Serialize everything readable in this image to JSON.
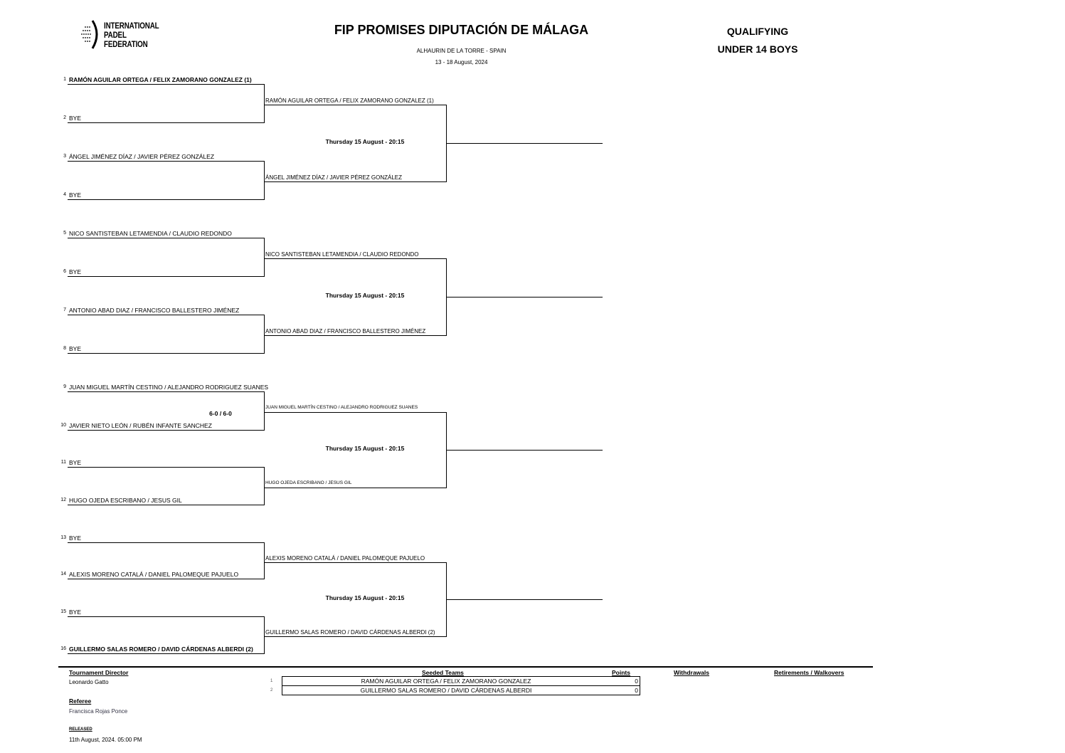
{
  "logo": {
    "line1": "INTERNATIONAL",
    "line2": "PADEL",
    "line3": "FEDERATION"
  },
  "header": {
    "title": "FIP PROMISES DIPUTACIÓN DE MÁLAGA",
    "location": "ALHAURIN DE LA TORRE - SPAIN",
    "dates": "13 - 18 August, 2024",
    "stage": "QUALIFYING",
    "category": "UNDER 14 BOYS"
  },
  "entries": [
    {
      "num": "1",
      "name": "RAMÓN AGUILAR ORTEGA / FELIX ZAMORANO GONZALEZ (1)",
      "bold": true
    },
    {
      "num": "2",
      "name": "BYE"
    },
    {
      "num": "3",
      "name": "ÁNGEL JIMÉNEZ DÍAZ / JAVIER PÉREZ GONZÁLEZ"
    },
    {
      "num": "4",
      "name": "BYE"
    },
    {
      "num": "5",
      "name": "NICO SANTISTEBAN LETAMENDIA / CLAUDIO REDONDO"
    },
    {
      "num": "6",
      "name": "BYE"
    },
    {
      "num": "7",
      "name": "ANTONIO ABAD DIAZ / FRANCISCO BALLESTERO JIMÉNEZ"
    },
    {
      "num": "8",
      "name": "BYE"
    },
    {
      "num": "9",
      "name": "JUAN MIGUEL MARTÍN CESTINO / ALEJANDRO RODRIGUEZ SUANES"
    },
    {
      "num": "10",
      "name": "JAVIER NIETO LEÓN / RUBÉN INFANTE SANCHEZ"
    },
    {
      "num": "11",
      "name": "BYE"
    },
    {
      "num": "12",
      "name": "HUGO OJEDA ESCRIBANO / JESUS GIL"
    },
    {
      "num": "13",
      "name": "BYE"
    },
    {
      "num": "14",
      "name": "ALEXIS MORENO CATALÁ / DANIEL PALOMEQUE PAJUELO"
    },
    {
      "num": "15",
      "name": "BYE"
    },
    {
      "num": "16",
      "name": "GUILLERMO SALAS ROMERO / DAVID CÁRDENAS ALBERDI (2)",
      "bold": true
    }
  ],
  "round2": [
    "RAMÓN AGUILAR ORTEGA / FELIX ZAMORANO GONZALEZ (1)",
    "ÁNGEL JIMÉNEZ DÍAZ / JAVIER PÉREZ GONZÁLEZ",
    "NICO SANTISTEBAN LETAMENDIA / CLAUDIO REDONDO",
    "ANTONIO ABAD DIAZ / FRANCISCO BALLESTERO JIMÉNEZ",
    "JUAN MIGUEL MARTÍN CESTINO / ALEJANDRO RODRIGUEZ SUANES",
    "HUGO OJEDA ESCRIBANO / JESUS GIL",
    "ALEXIS MORENO CATALÁ / DANIEL PALOMEQUE PAJUELO",
    "GUILLERMO SALAS ROMERO / DAVID CÁRDENAS ALBERDI (2)"
  ],
  "scores": [
    {
      "match": 5,
      "score": "6-0 / 6-0"
    }
  ],
  "schedules": [
    "Thursday 15 August - 20:15",
    "Thursday 15 August - 20:15",
    "Thursday 15 August - 20:15",
    "Thursday 15 August - 20:15"
  ],
  "footer": {
    "director_label": "Tournament Director",
    "director": "Leonardo Gatto",
    "referee_label": "Referee",
    "referee": "Francisca Rojas Ponce",
    "released_label": "RELEASED",
    "released": "11th August, 2024. 05:00 PM",
    "seeded_label": "Seeded Teams",
    "points_label": "Points",
    "withdrawals_label": "Withdrawals",
    "retirements_label": "Retirements / Walkovers",
    "seeds": [
      {
        "num": "1",
        "name": "RAMÓN AGUILAR ORTEGA / FELIX ZAMORANO GONZALEZ",
        "points": "0"
      },
      {
        "num": "2",
        "name": "GUILLERMO SALAS ROMERO / DAVID CÁRDENAS ALBERDI",
        "points": "0"
      }
    ]
  }
}
